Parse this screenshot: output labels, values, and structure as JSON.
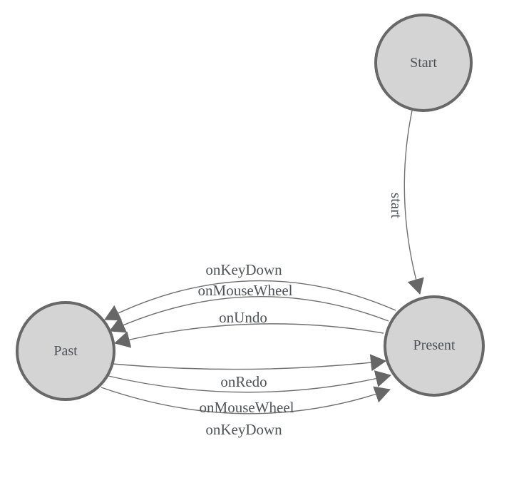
{
  "diagram": {
    "type": "state-machine",
    "colors": {
      "background": "#ffffff",
      "node_fill": "#d4d4d4",
      "node_stroke": "#686868",
      "edge_stroke": "#707070",
      "arrow_fill": "#676767",
      "node_text": "#4f5358",
      "edge_text": "#4f5358"
    },
    "nodes": [
      {
        "id": "Start",
        "label": "Start"
      },
      {
        "id": "Past",
        "label": "Past"
      },
      {
        "id": "Present",
        "label": "Present"
      }
    ],
    "edges": [
      {
        "from": "Start",
        "to": "Present",
        "label": "start"
      },
      {
        "from": "Present",
        "to": "Past",
        "label": "onKeyDown"
      },
      {
        "from": "Present",
        "to": "Past",
        "label": "onMouseWheel"
      },
      {
        "from": "Present",
        "to": "Past",
        "label": "onUndo"
      },
      {
        "from": "Past",
        "to": "Present",
        "label": "onRedo"
      },
      {
        "from": "Past",
        "to": "Present",
        "label": "onMouseWheel"
      },
      {
        "from": "Past",
        "to": "Present",
        "label": "onKeyDown"
      }
    ]
  }
}
